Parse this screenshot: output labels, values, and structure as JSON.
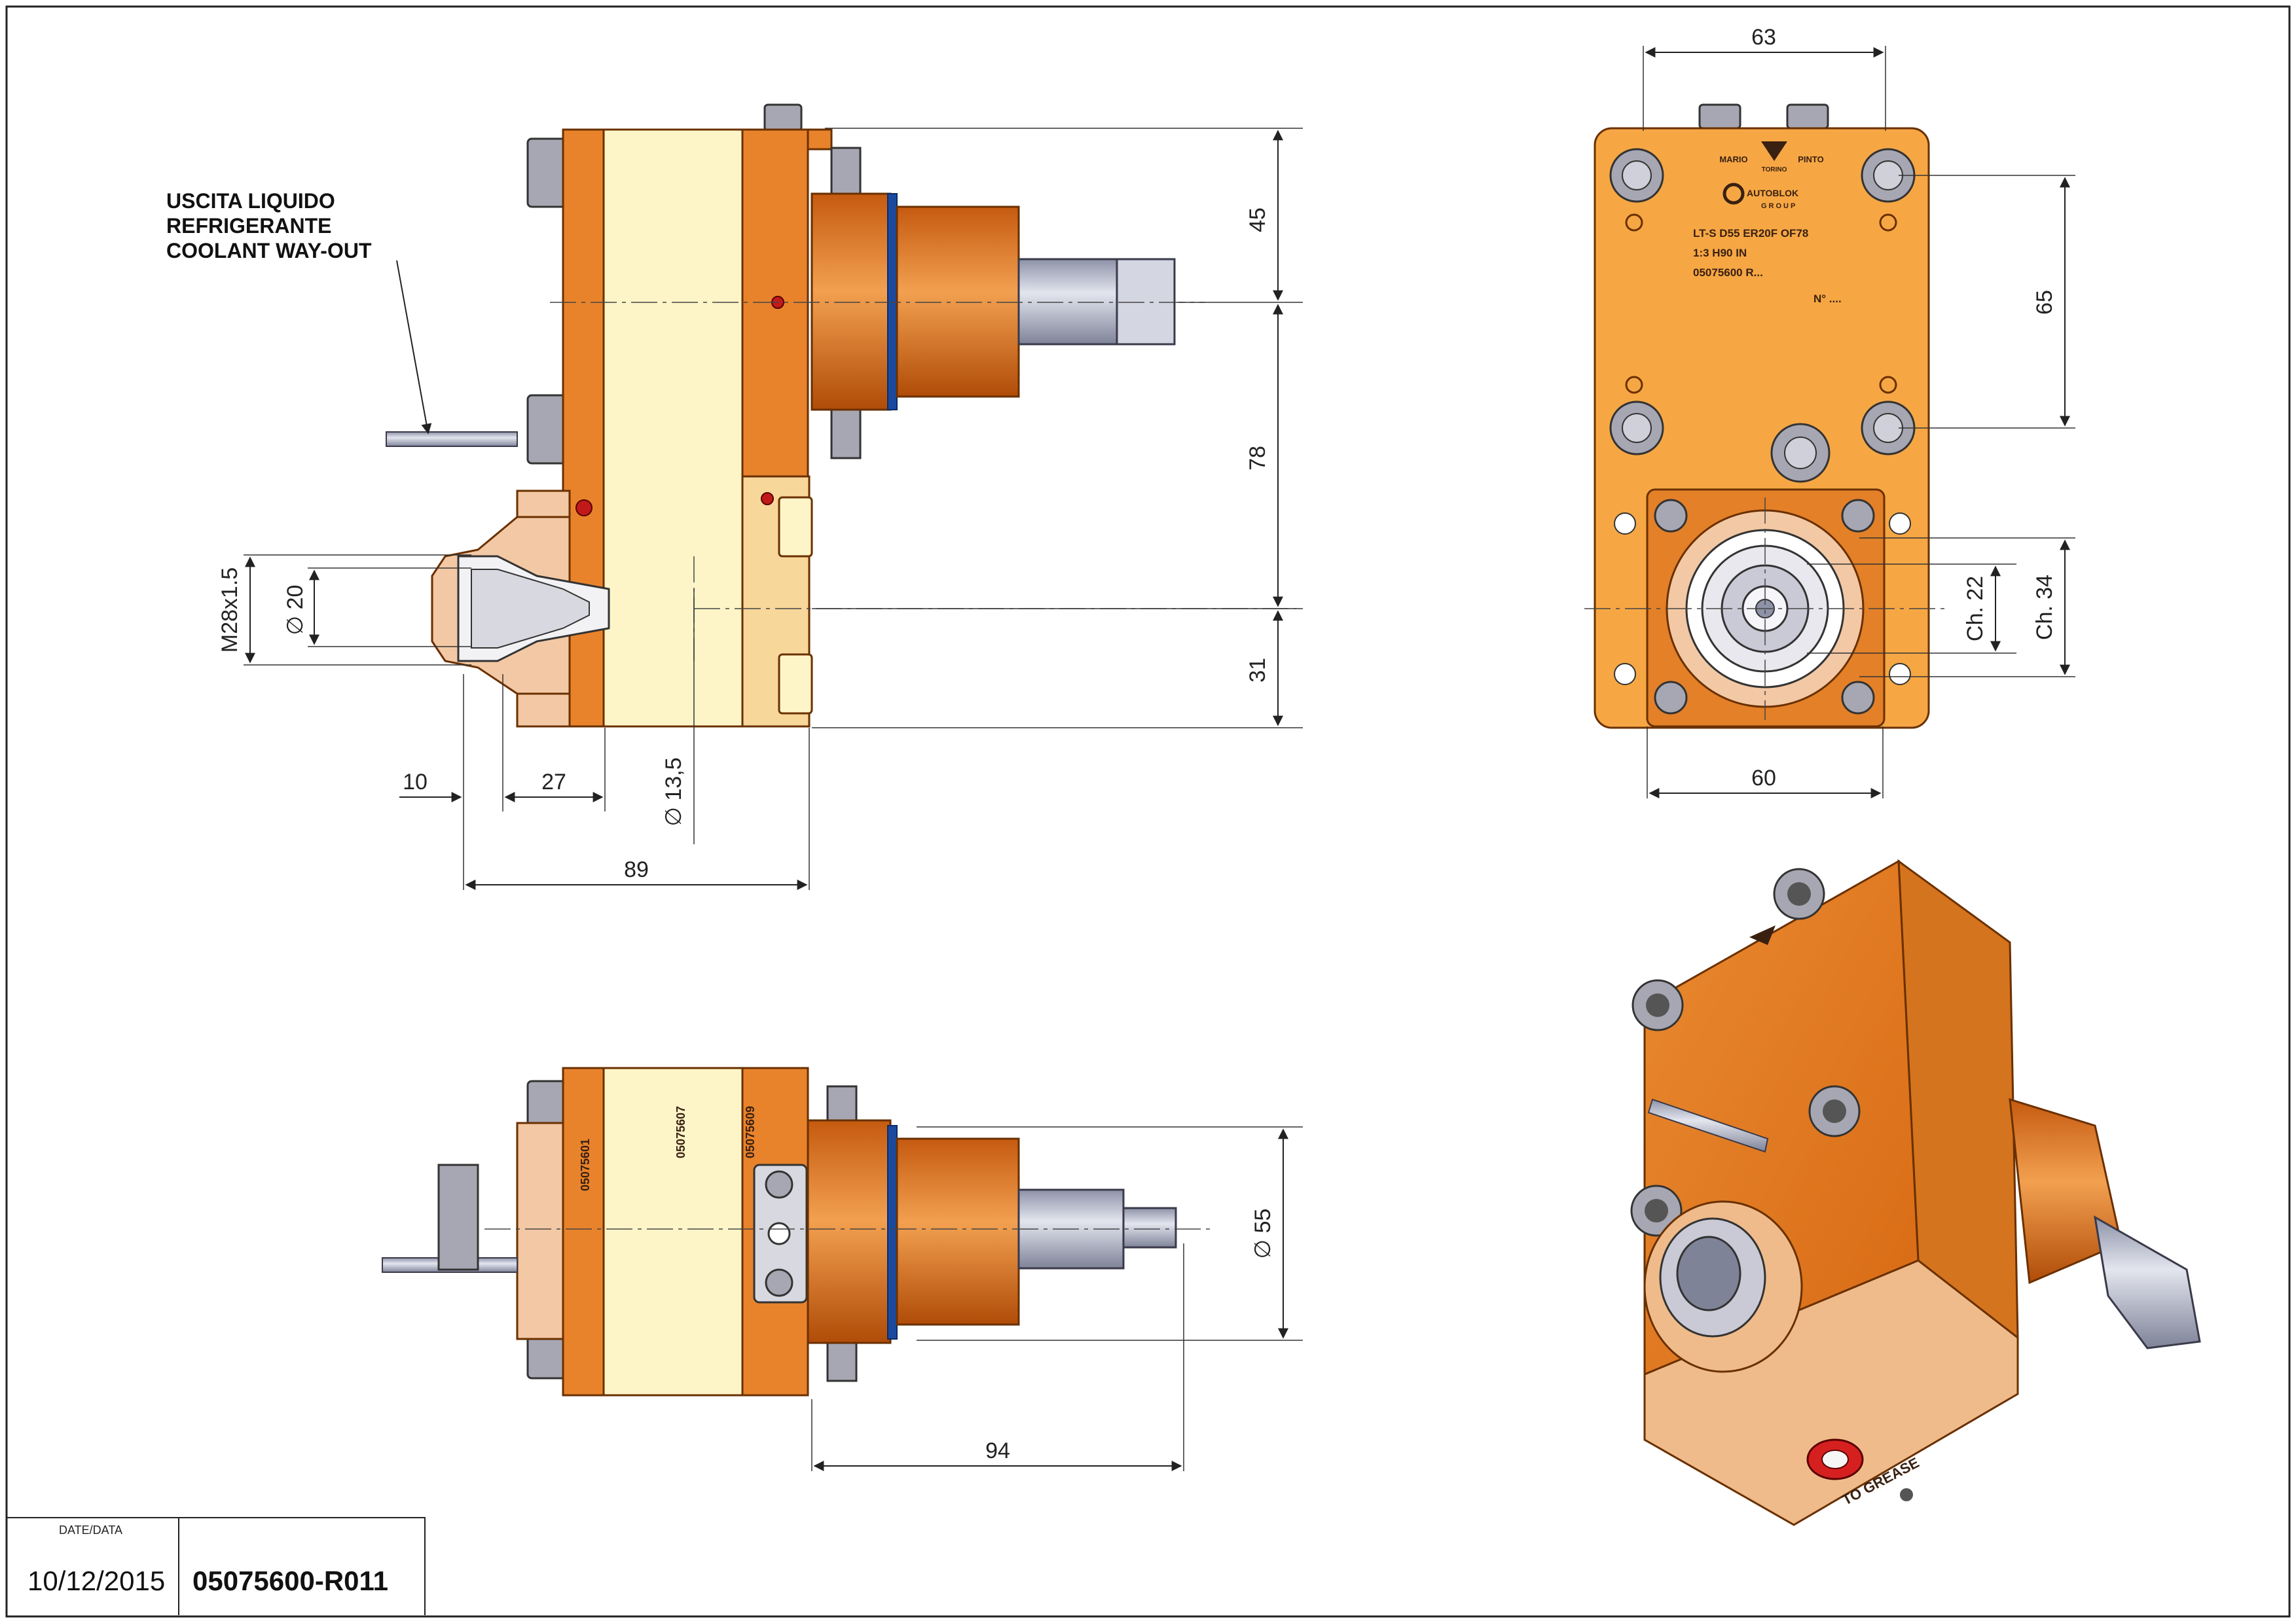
{
  "notes": {
    "coolant_line1": "USCITA LIQUIDO",
    "coolant_line2": "REFRIGERANTE",
    "coolant_line3": "COOLANT WAY-OUT"
  },
  "dims_side": {
    "d45": "45",
    "d78": "78",
    "d31": "31",
    "m28": "M28x1.5",
    "d20": "∅ 20",
    "d10": "10",
    "d27": "27",
    "d13": "∅ 13,5",
    "d89": "89"
  },
  "dims_front": {
    "d63": "63",
    "d65": "65",
    "ch22": "Ch. 22",
    "ch34": "Ch. 34",
    "d60": "60"
  },
  "dims_top": {
    "d55": "∅ 55",
    "d94": "94"
  },
  "plate": {
    "brand1": "MARIO",
    "brand2": "PINTO",
    "brand3": "TORINO",
    "group": "AUTOBLOK",
    "group2": "GROUP",
    "line1": "LT-S D55 ER20F  OF78",
    "line2": "1:3 H90 IN",
    "line3": "05075600 R...",
    "serial": "N° ....",
    "part_a": "05075601",
    "part_b": "05075607",
    "part_c": "05075609"
  },
  "iso_labels": {
    "grease": "TO GREASE"
  },
  "title_block": {
    "date_label": "DATE/DATA",
    "date": "10/12/2015",
    "drawing_number": "05075600-R011"
  },
  "colors": {
    "orange": "#e8832c",
    "light_orange": "#f7d79a",
    "cream": "#fdf5c8",
    "steel": "#b9bccd",
    "grease_red": "#d62020"
  }
}
